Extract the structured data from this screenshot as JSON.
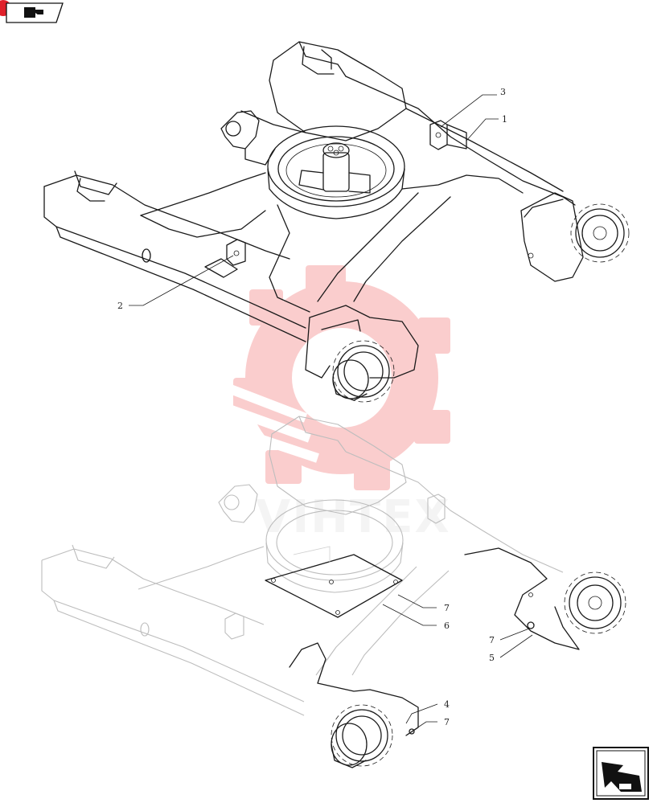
{
  "header": {
    "badge_icon": "red-circle-icon",
    "nav_icon": "return-arrow-icon"
  },
  "footer": {
    "nav_icon": "return-arrow-icon"
  },
  "watermark": {
    "text": "VIHTEX",
    "color": "#f05050",
    "icon": "gear-logo-icon"
  },
  "callouts": [
    {
      "label": "3"
    },
    {
      "label": "1"
    },
    {
      "label": "2"
    },
    {
      "label": "7"
    },
    {
      "label": "6"
    },
    {
      "label": "7"
    },
    {
      "label": "5"
    },
    {
      "label": "4"
    },
    {
      "label": "7"
    }
  ],
  "colors": {
    "line": "#1a1a1a",
    "ghost_line": "#bdbdbd",
    "accent": "#e0202a"
  }
}
